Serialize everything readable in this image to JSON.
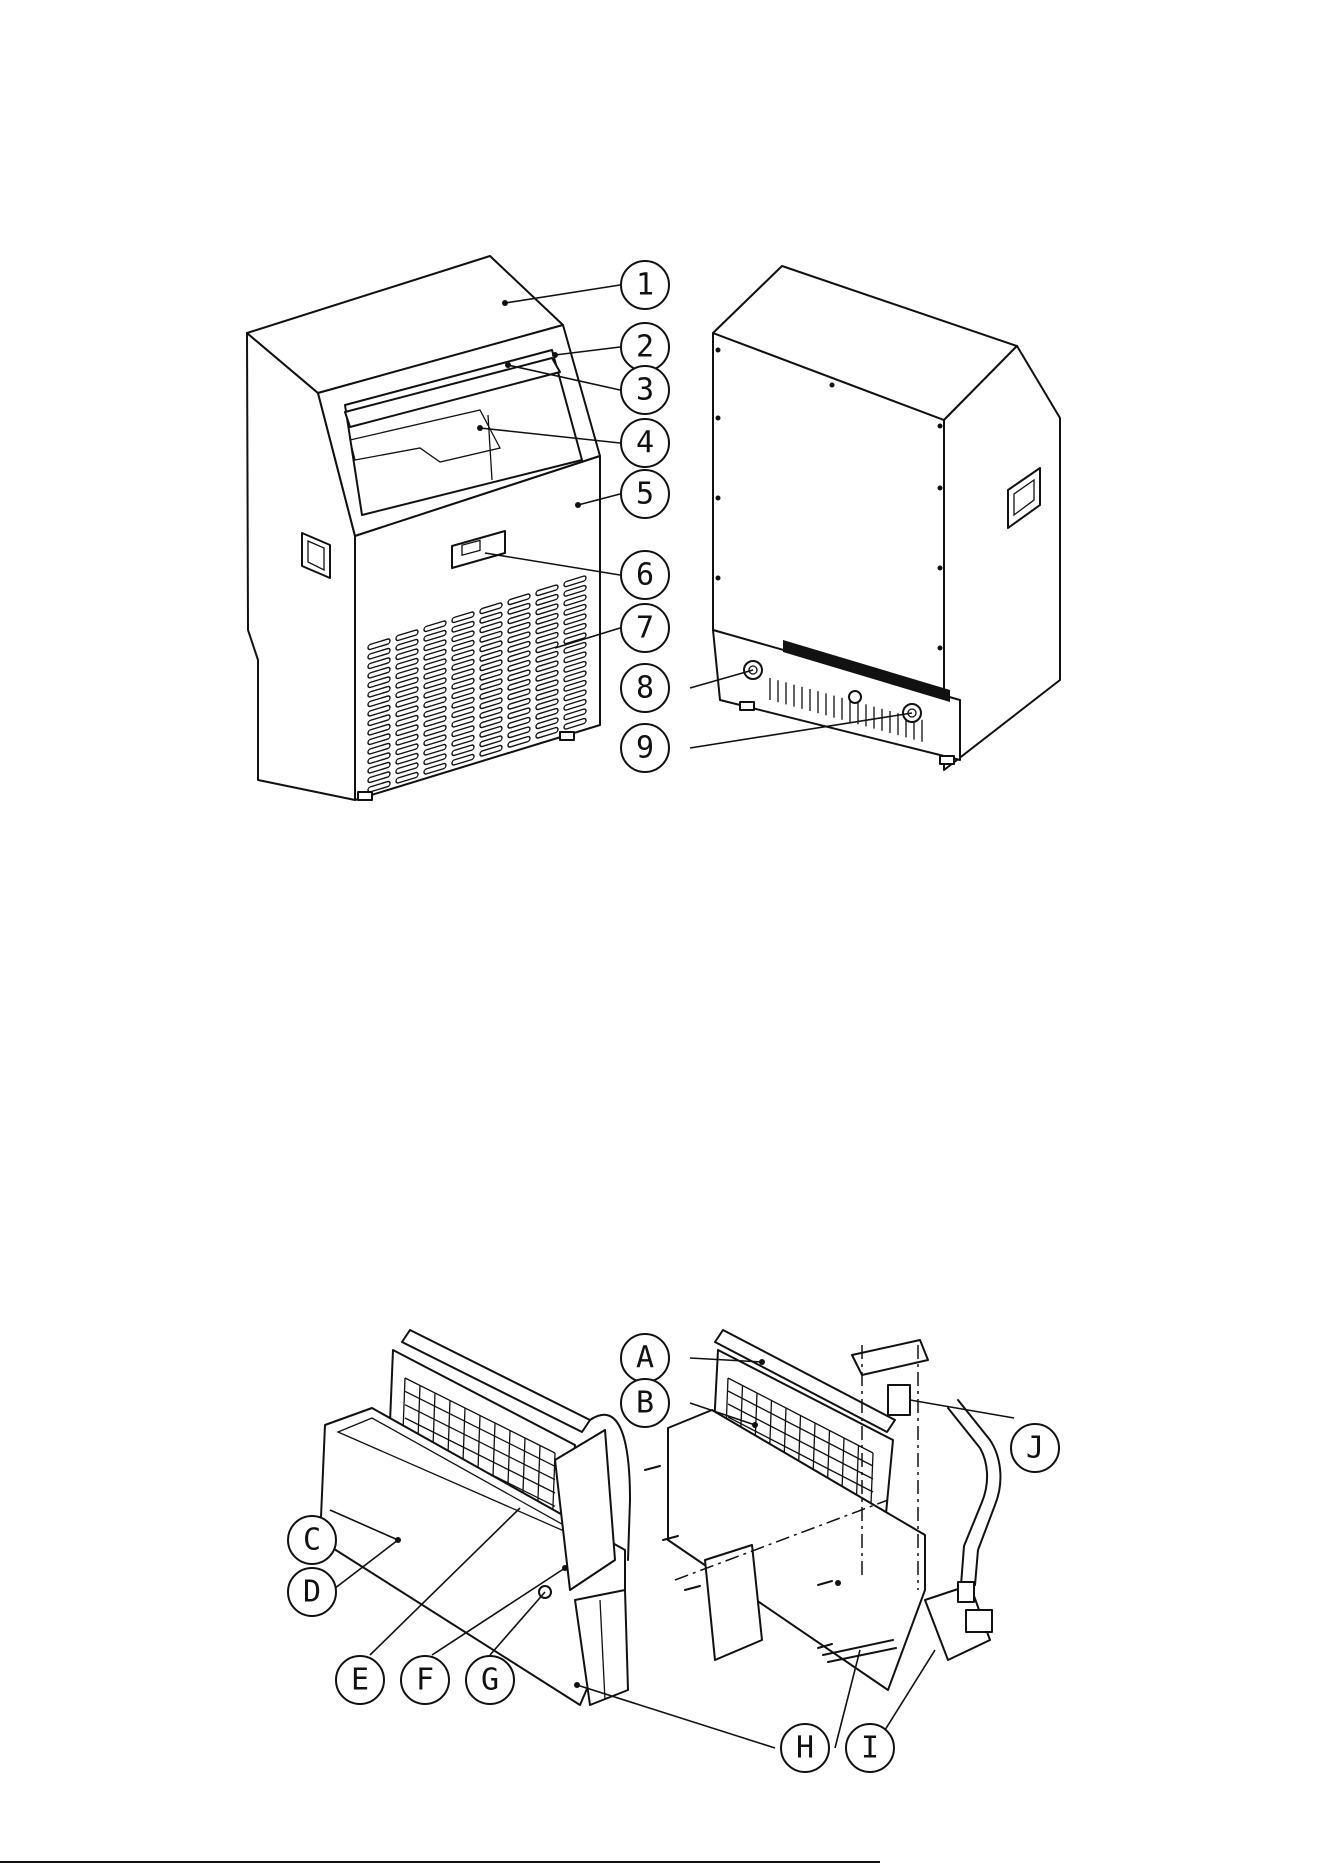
{
  "figure_top": {
    "callouts": [
      "1",
      "2",
      "3",
      "4",
      "5",
      "6",
      "7",
      "8",
      "9"
    ]
  },
  "figure_bottom": {
    "callouts": [
      "A",
      "B",
      "C",
      "D",
      "E",
      "F",
      "G",
      "H",
      "I",
      "J"
    ]
  }
}
